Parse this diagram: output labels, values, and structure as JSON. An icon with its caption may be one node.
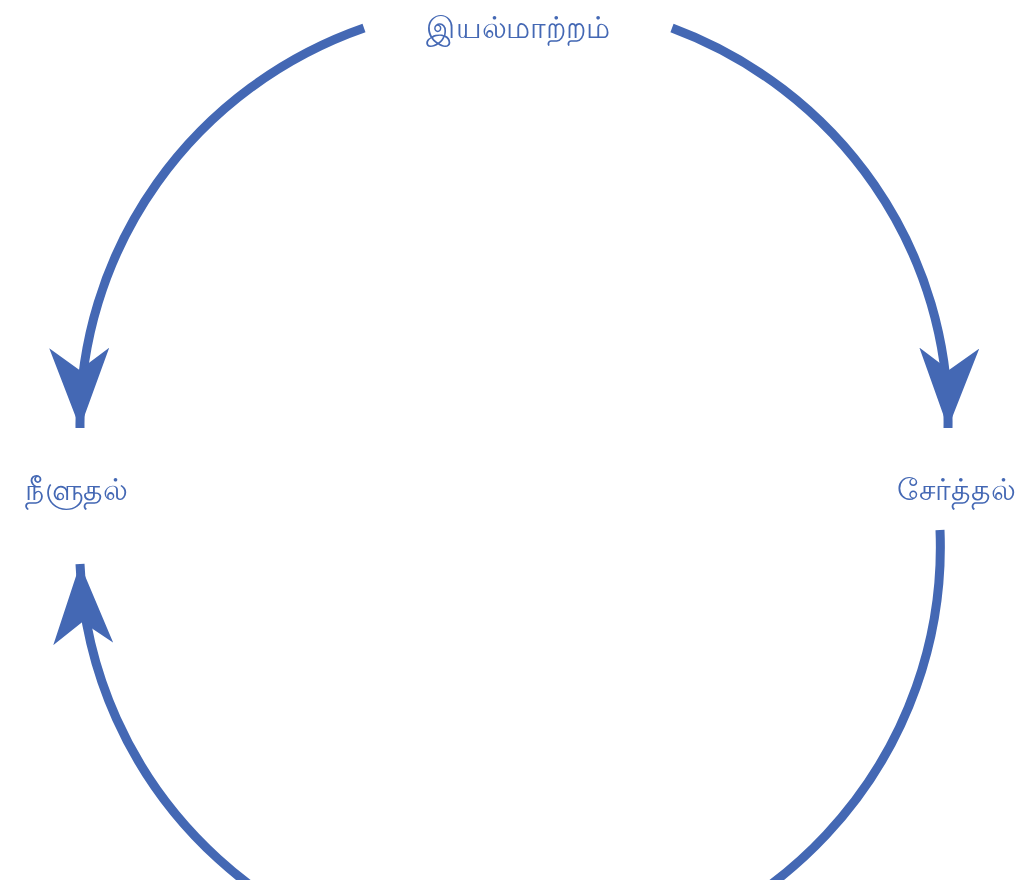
{
  "diagram": {
    "nodes": [
      {
        "text": [
          "இயல்மாற்றம்"
        ]
      },
      {
        "text": [
          "நீளுதல்"
        ]
      },
      {
        "text": [
          "சேர்த்தல்"
        ]
      }
    ],
    "edges": [
      {
        "from": 0,
        "to": 2,
        "arrow": "to"
      },
      {
        "from": 2,
        "to": 1,
        "arrow": "to"
      },
      {
        "from": 0,
        "to": 1,
        "arrow": "to"
      }
    ]
  }
}
